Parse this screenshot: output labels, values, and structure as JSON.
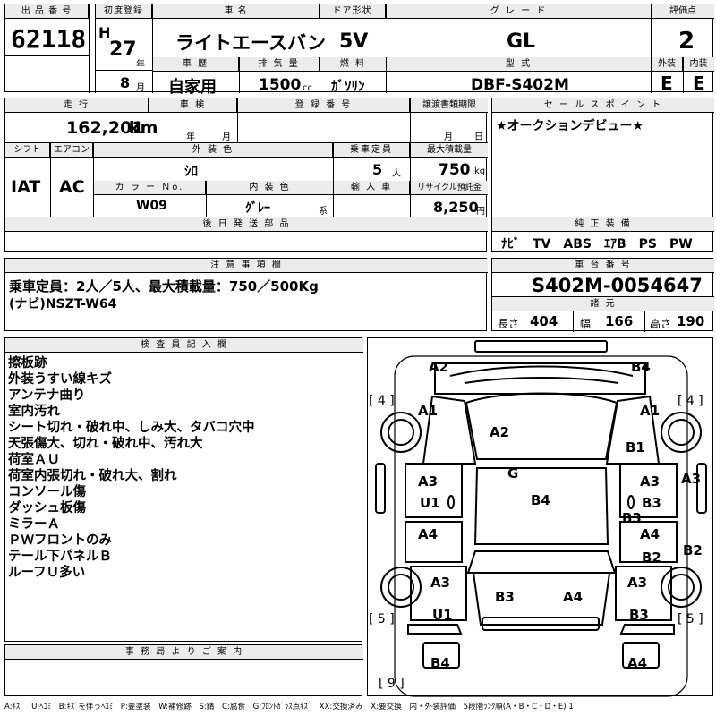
{
  "header": {
    "lot_label": "出 品 番 号",
    "lot": "62118",
    "reg_label": "初度登録",
    "era": "H",
    "year": "27",
    "year_unit": "年",
    "month": "8",
    "month_unit": "月",
    "name_label": "車 名",
    "name": "ライトエースバン",
    "door_label": "ドア形状",
    "door": "5V",
    "grade_label": "グ レ ー ド",
    "grade": "GL",
    "score_label": "評価点",
    "score": "2",
    "history_label": "車 歴",
    "history": "自家用",
    "disp_label": "排 気 量",
    "disp": "1500",
    "disp_unit": "cc",
    "fuel_label": "燃 料",
    "fuel": "ｶﾞｿﾘﾝ",
    "model_label": "型 式",
    "model": "DBF-S402M",
    "ext_label": "外装",
    "ext": "E",
    "int_label": "内装",
    "int": "E"
  },
  "row2": {
    "mileage_label": "走 行",
    "mileage": "162,201",
    "mileage_unit": "km",
    "inspect_label": "車 検",
    "inspect_y": "年",
    "inspect_m": "月",
    "plate_label": "登 録 番 号",
    "transfer_label": "譲渡書類期限",
    "transfer_m": "月",
    "transfer_d": "日",
    "shift_label": "シフト",
    "shift": "IAT",
    "ac_label": "エアコン",
    "ac": "AC",
    "color_label": "外 装 色",
    "color": "ｼﾛ",
    "seats_label": "乗車定員",
    "seats": "5",
    "seats_unit": "人",
    "load_label": "最大積載量",
    "load": "750",
    "load_unit": "kg",
    "colorno_label": "カ ラ ー Ｎo.",
    "colorno": "W09",
    "intcolor_label": "内 装 色",
    "intcolor": "ｸﾞﾚｰ",
    "intcolor_unit": "系",
    "import_label": "輸 入 車",
    "recycle_label": "リサイクル預託金",
    "recycle": "8,250",
    "recycle_unit": "円",
    "later_label": "後 日 発 送 部 品"
  },
  "sales": {
    "label": "セ ー ル ス ポ イ ン ト",
    "text": "★オークションデビュー★",
    "equip_label": "純 正 装 備",
    "equip": "ﾅﾋﾞ　TV　ABS　ｴｱB　PS　PW"
  },
  "caution": {
    "label": "注 意 事 項 欄",
    "line1": "乗車定員：2人／5人、最大積載量：750／500Kg",
    "line2": "(ナビ)NSZT-W64"
  },
  "chassis": {
    "label": "車 台 番 号",
    "number": "S402M-0054647",
    "spec_label": "諸 元",
    "len_label": "長さ",
    "len": "404",
    "wid_label": "幅",
    "wid": "166",
    "hgt_label": "高さ",
    "hgt": "190"
  },
  "inspector": {
    "label": "検 査 員 記 入 欄",
    "notes": [
      "擦板跡",
      "外装うすい線キズ",
      "アンテナ曲り",
      "室内汚れ",
      "シート切れ・破れ中、しみ大、タバコ穴中",
      "天張傷大、切れ・破れ中、汚れ大",
      "荷室ＡＵ",
      "荷室内張切れ・破れ大、割れ",
      "コンソール傷",
      "ダッシュ板傷",
      "ミラーＡ",
      "ＰＷフロントのみ",
      "テール下パネルＢ",
      "ルーフＵ多い"
    ]
  },
  "office": {
    "label": "事 務 局 よ り ご 案 内"
  },
  "diagram": {
    "tire_fl": "[ 4 ]",
    "tire_fr": "[ 4 ]",
    "tire_rl": "[ 5 ]",
    "tire_rr": "[ 5 ]",
    "tire_spare": "[ 9 ]",
    "marks": {
      "m1": "A2",
      "m2": "B4",
      "m3": "A1",
      "m4": "A1",
      "m5": "A2",
      "m6": "B1",
      "m7": "G",
      "m8": "A3",
      "m9": "A3",
      "m10": "A3",
      "m11": "U1",
      "m12": "B4",
      "m13": "B3",
      "m14": "B3",
      "m15": "A4",
      "m16": "A4",
      "m17": "B2",
      "m18": "B2",
      "m19": "A3",
      "m20": "A3",
      "m21": "B3",
      "m22": "A4",
      "m23": "U1",
      "m24": "B3",
      "m25": "B4",
      "m26": "A4"
    }
  },
  "legend": "A:ｷｽﾞ　U:ﾍｺﾐ　B:ｷｽﾞを伴うﾍｺﾐ　P:要塗装　W:補修跡　S:錆　C:腐食　G:ﾌﾛﾝﾄｶﾞﾗｽ点ｷｽﾞ　XX:交換済み　X:要交換　内・外装評価　5段階ﾗﾝｸ順(A・B・C・D・E) 1"
}
